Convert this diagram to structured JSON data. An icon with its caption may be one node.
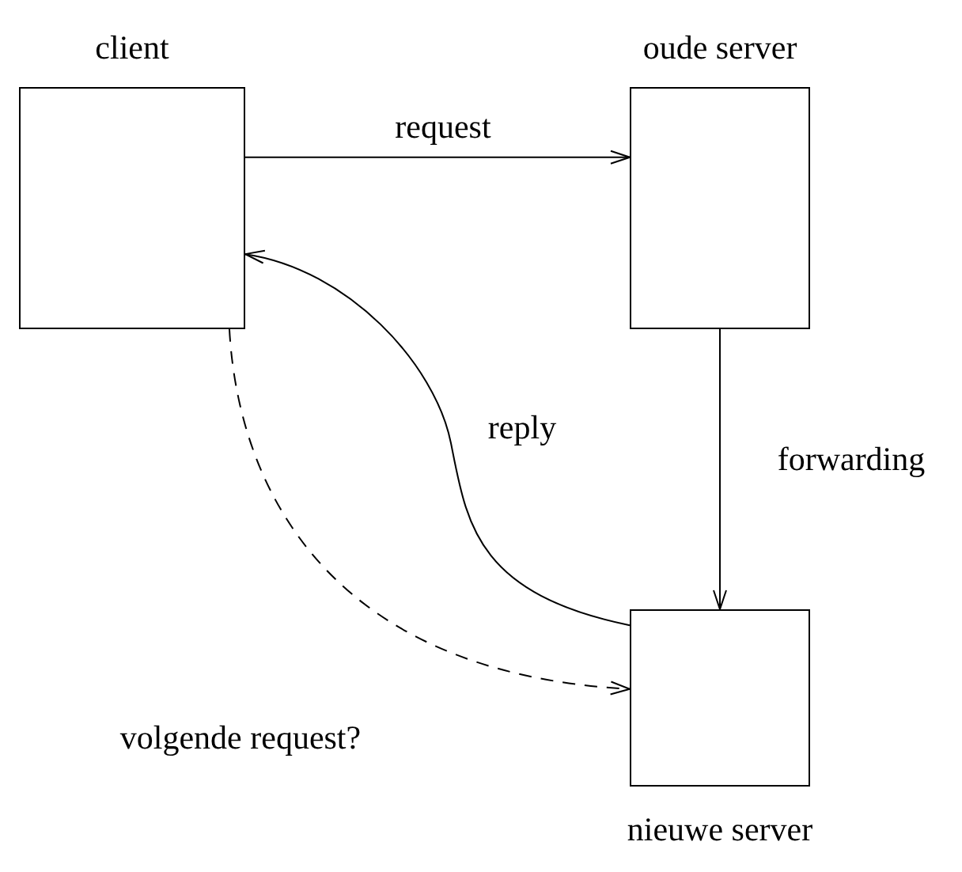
{
  "diagram": {
    "nodes": [
      {
        "text": [
          "client"
        ]
      },
      {
        "text": [
          "oude server"
        ]
      },
      {
        "text": [
          "nieuwe server"
        ]
      }
    ],
    "edges": [
      {
        "from": 0,
        "to": 1,
        "arrow": "to",
        "label": "request"
      },
      {
        "from": 1,
        "to": 2,
        "arrow": "to",
        "label": "forwarding"
      },
      {
        "from": 2,
        "to": 0,
        "arrow": "to",
        "label": "reply"
      },
      {
        "from": 0,
        "to": 2,
        "arrow": "to",
        "label": "volgende request?",
        "style": "dashed"
      }
    ]
  }
}
